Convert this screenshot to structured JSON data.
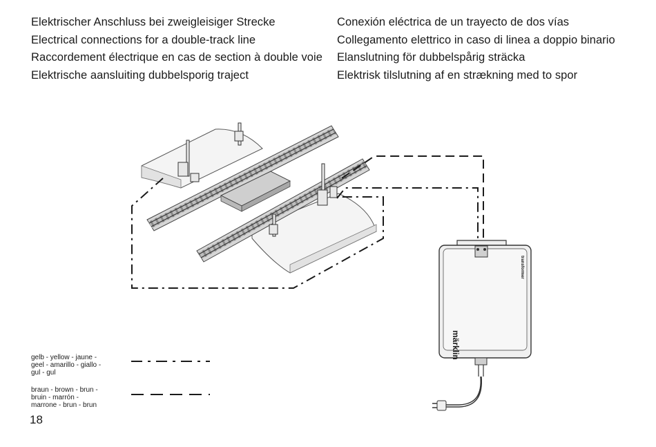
{
  "titles": {
    "left": [
      "Elektrischer Anschluss bei zweigleisiger Strecke",
      "Electrical connections for a double-track line",
      "Raccordement électrique en cas de section à double voie",
      "Elektrische aansluiting dubbelsporig traject"
    ],
    "right": [
      "Conexión eléctrica de un trayecto de dos vías",
      "Collegamento elettrico in caso di linea a doppio binario",
      "Elanslutning för dubbelspårig sträcka",
      "Elektrisk tilslutning af en strækning med to spor"
    ]
  },
  "legend": {
    "yellow": [
      "gelb - yellow - jaune -",
      "geel - amarillo - giallo -",
      "gul - gul"
    ],
    "brown": [
      "braun - brown - brun -",
      "bruin - marrón -",
      "marrone - brun - brun"
    ]
  },
  "transformer": {
    "brand": "märklin",
    "label": "transformer"
  },
  "page_number": "18",
  "colors": {
    "ink": "#1a1a1a",
    "housing": "#f0f0f0",
    "track_bed": "#d6d6d6"
  }
}
